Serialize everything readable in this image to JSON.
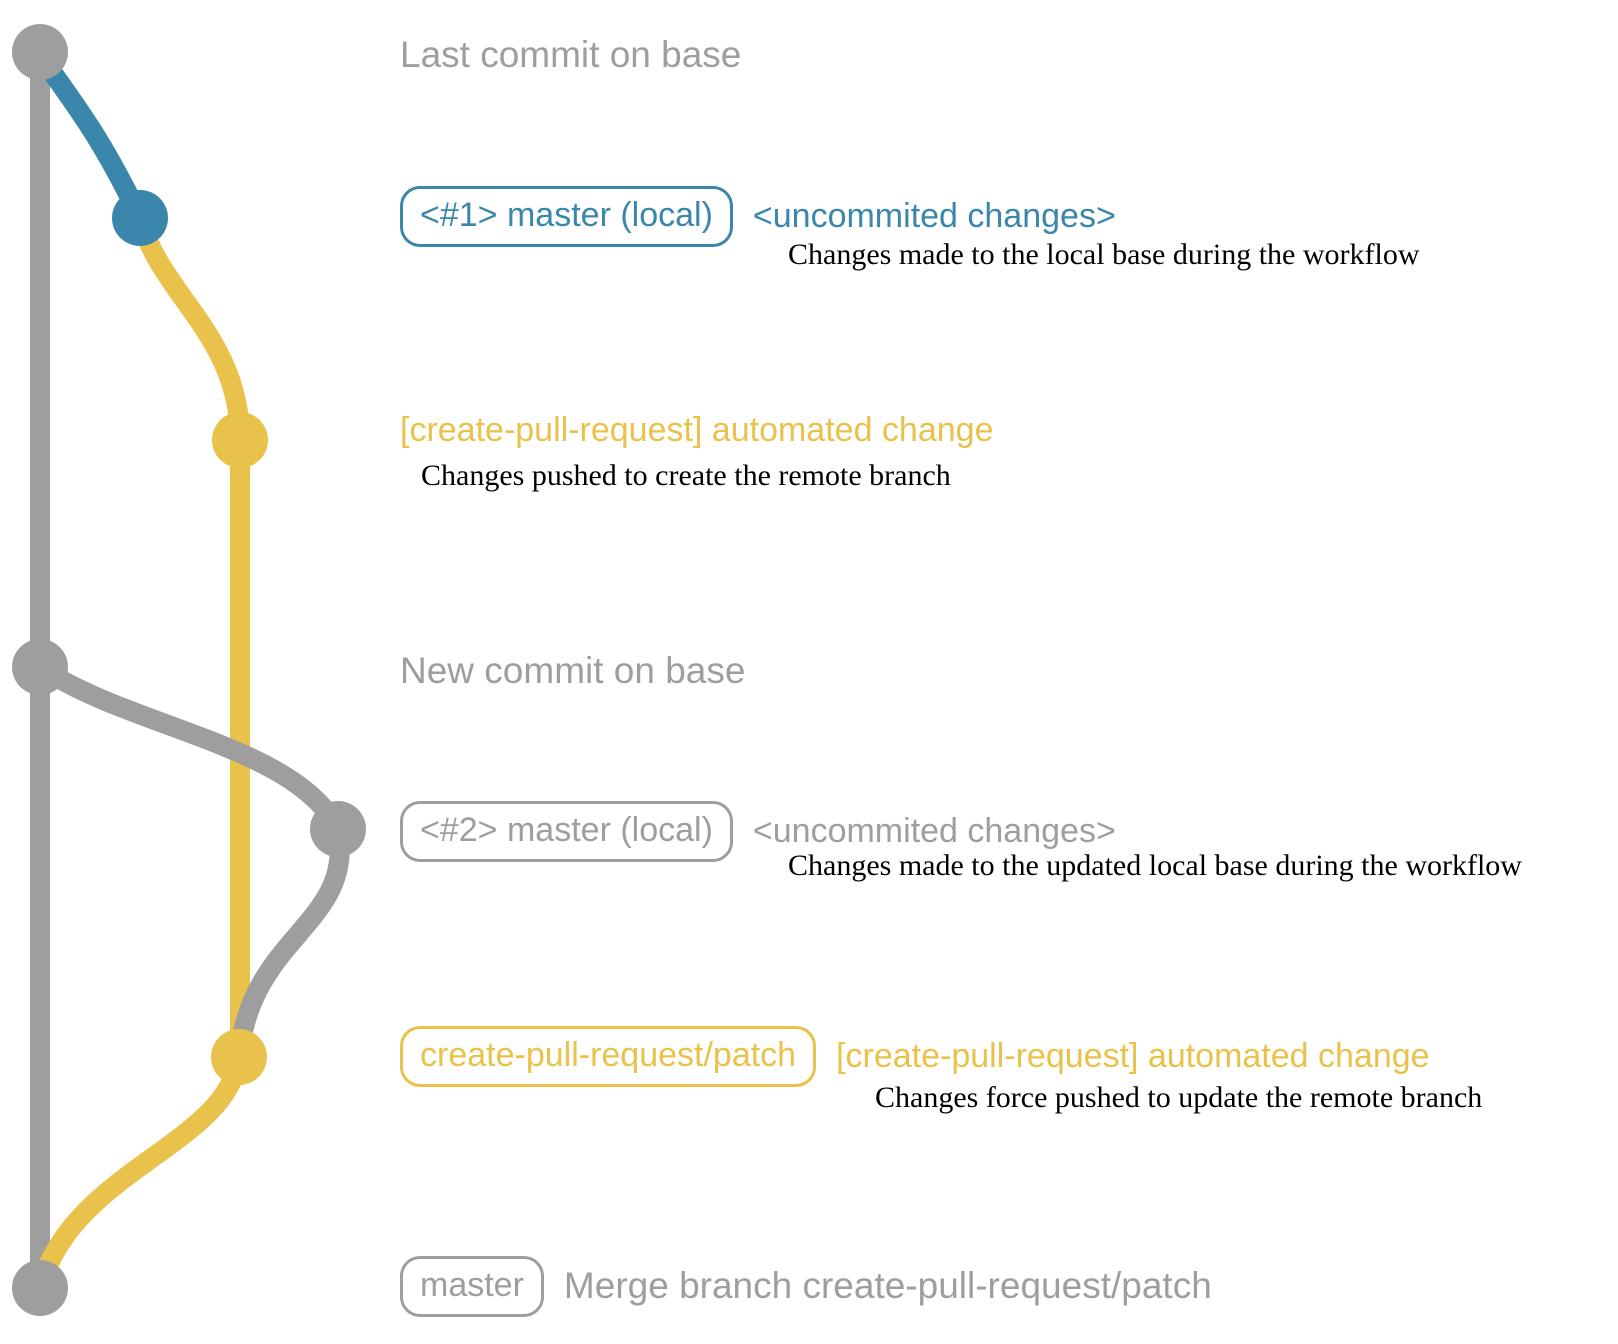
{
  "colors": {
    "gray": "#9e9e9e",
    "blue": "#3a87ab",
    "yellow": "#e9c24b",
    "note_ink": "#000000"
  },
  "rows": {
    "last_commit": {
      "label": "Last commit on base"
    },
    "workflow1": {
      "badge": "<#1> master (local)",
      "label": "<uncommited changes>",
      "note": "Changes made to the local base during the workflow"
    },
    "push1": {
      "label": "[create-pull-request] automated change",
      "note": "Changes pushed to create the remote branch"
    },
    "new_commit": {
      "label": "New commit on base"
    },
    "workflow2": {
      "badge": "<#2> master (local)",
      "label": "<uncommited changes>",
      "note": "Changes made to the updated local base during the workflow"
    },
    "push2": {
      "badge": "create-pull-request/patch",
      "label": "[create-pull-request] automated change",
      "note": "Changes force pushed to update the remote branch"
    },
    "merge": {
      "badge": "master",
      "label": "Merge branch create-pull-request/patch"
    }
  }
}
